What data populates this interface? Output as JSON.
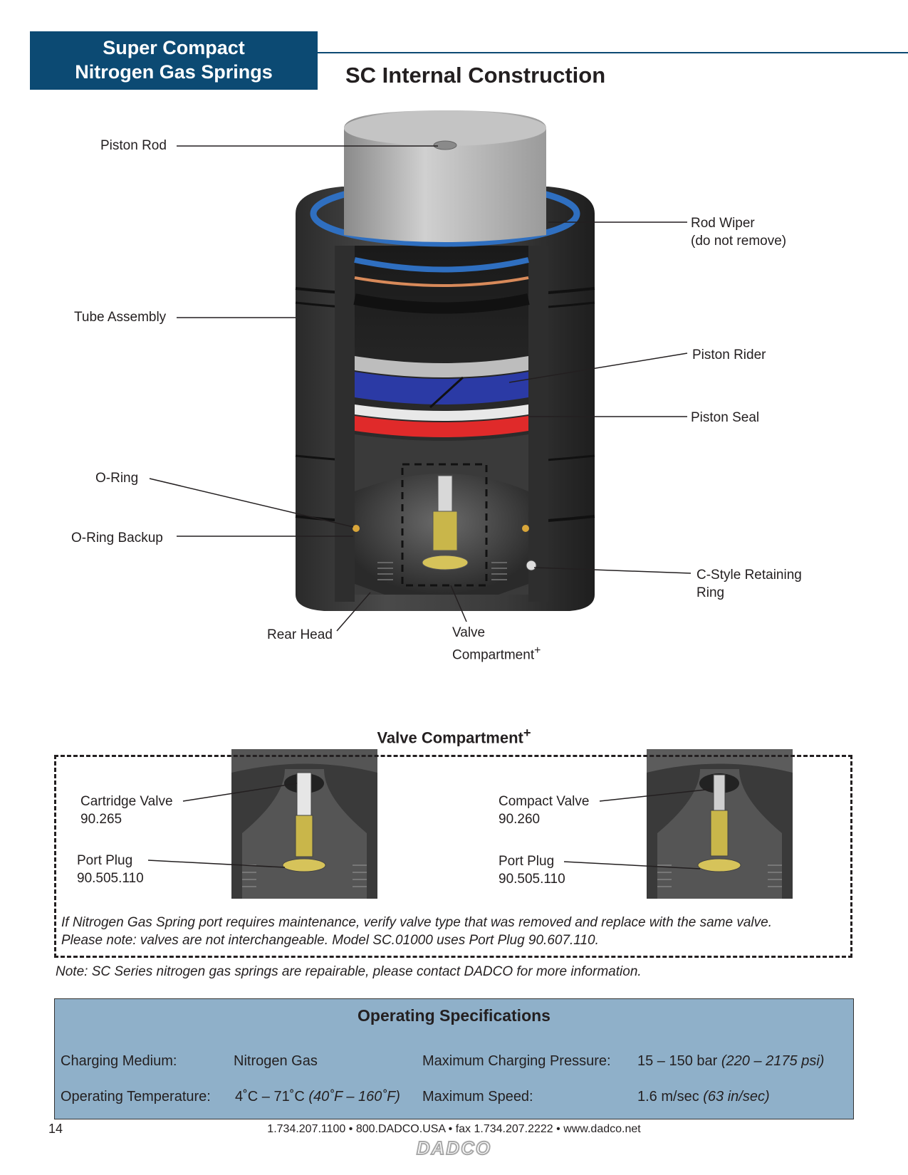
{
  "header": {
    "badge_line1": "Super Compact",
    "badge_line2": "Nitrogen Gas Springs",
    "title": "SC Internal Construction"
  },
  "diagram_labels": {
    "piston_rod": "Piston Rod",
    "rod_wiper_1": "Rod Wiper",
    "rod_wiper_2": "(do not remove)",
    "tube_assembly": "Tube Assembly",
    "piston_rider": "Piston Rider",
    "piston_seal": "Piston Seal",
    "o_ring": "O-Ring",
    "o_ring_backup": "O-Ring Backup",
    "c_style_1": "C-Style Retaining",
    "c_style_2": "Ring",
    "rear_head": "Rear Head",
    "valve_1": "Valve",
    "valve_2": "Compartment",
    "plus": "+"
  },
  "valve_compartment": {
    "title": "Valve Compartment",
    "plus": "+",
    "cartridge_valve": "Cartridge Valve",
    "cartridge_valve_no": "90.265",
    "port_plug_left": "Port Plug",
    "port_plug_left_no": "90.505.110",
    "compact_valve": "Compact Valve",
    "compact_valve_no": "90.260",
    "port_plug_right": "Port Plug",
    "port_plug_right_no": "90.505.110",
    "note_line1": "If Nitrogen Gas Spring port requires maintenance, verify valve type that was removed and replace with the same valve.",
    "note_line2": "Please note:  valves are not interchangeable.  Model SC.01000 uses Port Plug 90.607.110."
  },
  "repair_note": "Note:  SC Series nitrogen gas springs are repairable, please contact DADCO for more information.",
  "specs": {
    "title": "Operating Specifications",
    "charging_medium_label": "Charging Medium:",
    "charging_medium_value": "Nitrogen Gas",
    "max_pressure_label": "Maximum Charging Pressure:",
    "max_pressure_value": "15 – 150 bar",
    "max_pressure_alt": "(220 – 2175 psi)",
    "op_temp_label": "Operating Temperature:",
    "op_temp_value": "4˚C – 71˚C",
    "op_temp_alt": "(40˚F – 160˚F)",
    "max_speed_label": "Maximum Speed:",
    "max_speed_value": "1.6 m/sec",
    "max_speed_alt": "(63 in/sec)"
  },
  "footer": {
    "page_number": "14",
    "contact": "1.734.207.1100 • 800.DADCO.USA •  fax 1.734.207.2222 • www.dadco.net",
    "logo": "DADCO"
  },
  "colors": {
    "brand_blue": "#0c4a73",
    "spec_panel": "#8fb0c9"
  }
}
